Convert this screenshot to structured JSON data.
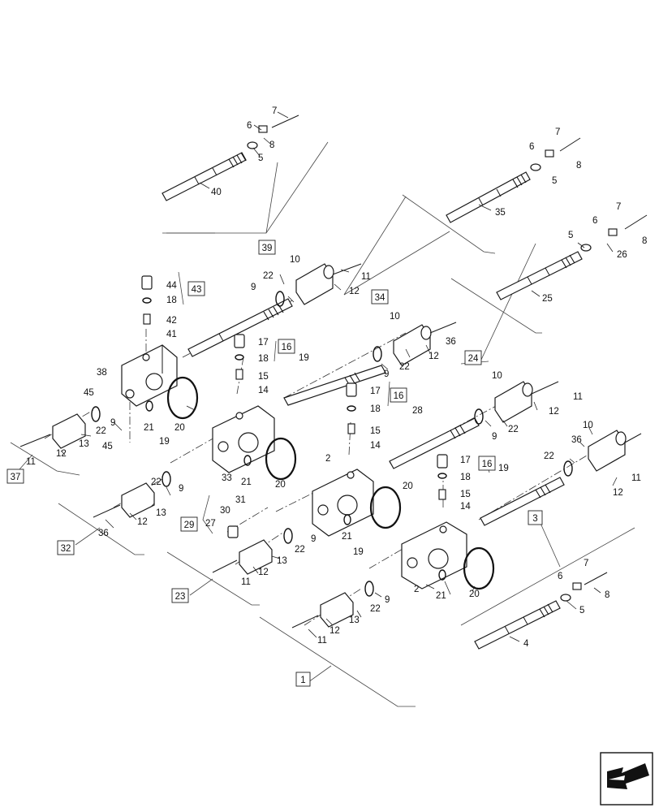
{
  "reference_boxes": [
    "39",
    "43",
    "16",
    "34",
    "24",
    "3",
    "37",
    "32",
    "29",
    "23",
    "1"
  ],
  "part_labels": [
    "7",
    "6",
    "8",
    "5",
    "40",
    "35",
    "26",
    "25",
    "10",
    "11",
    "22",
    "9",
    "12",
    "44",
    "18",
    "42",
    "41",
    "17",
    "15",
    "14",
    "19",
    "36",
    "38",
    "45",
    "21",
    "20",
    "13",
    "33",
    "28",
    "2",
    "27",
    "30",
    "31",
    "4"
  ],
  "nav_icon": "arrow-icon",
  "colors": {
    "line": "#1a1a1a",
    "background": "#ffffff"
  }
}
